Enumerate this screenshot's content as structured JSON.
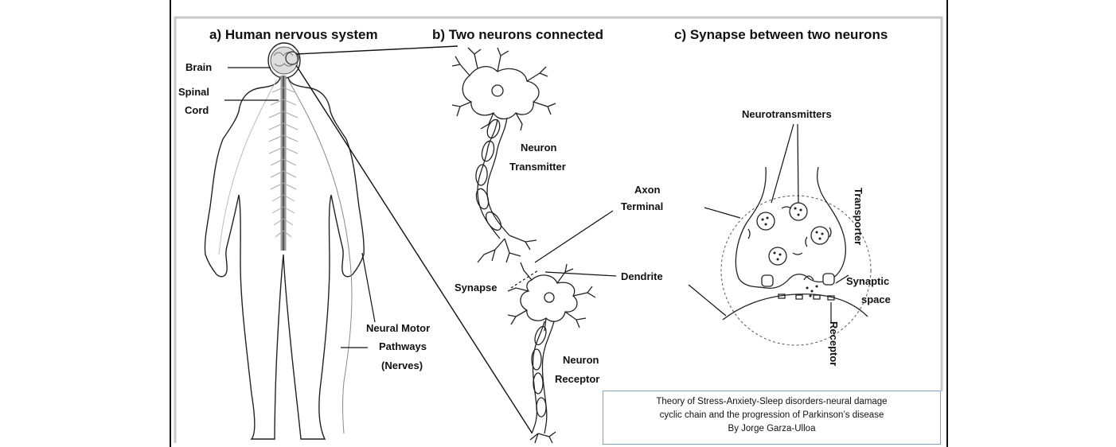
{
  "panels": {
    "a_title": "a) Human nervous system",
    "b_title": "b) Two neurons connected",
    "c_title": "c) Synapse between two neurons"
  },
  "labels": {
    "brain": "Brain",
    "spinal_1": "Spinal",
    "spinal_2": "Cord",
    "neural_1": "Neural Motor",
    "neural_2": "Pathways",
    "neural_3": "(Nerves)",
    "transmitter_1": "Neuron",
    "transmitter_2": "Transmitter",
    "axon_1": "Axon",
    "axon_2": "Terminal",
    "synapse": "Synapse",
    "dendrite": "Dendrite",
    "receptor_1": "Neuron",
    "receptor_2": "Receptor",
    "neurotransmitters": "Neurotransmitters",
    "transporter": "Transporter",
    "synaptic_1": "Synaptic",
    "synaptic_2": "space",
    "receptor_vertical": "Receptor"
  },
  "credit": {
    "line1": "Theory of Stress-Anxiety-Sleep disorders-neural damage",
    "line2": "cyclic chain and the progression of Parkinson’s disease",
    "line3": "By Jorge Garza-Ulloa"
  }
}
